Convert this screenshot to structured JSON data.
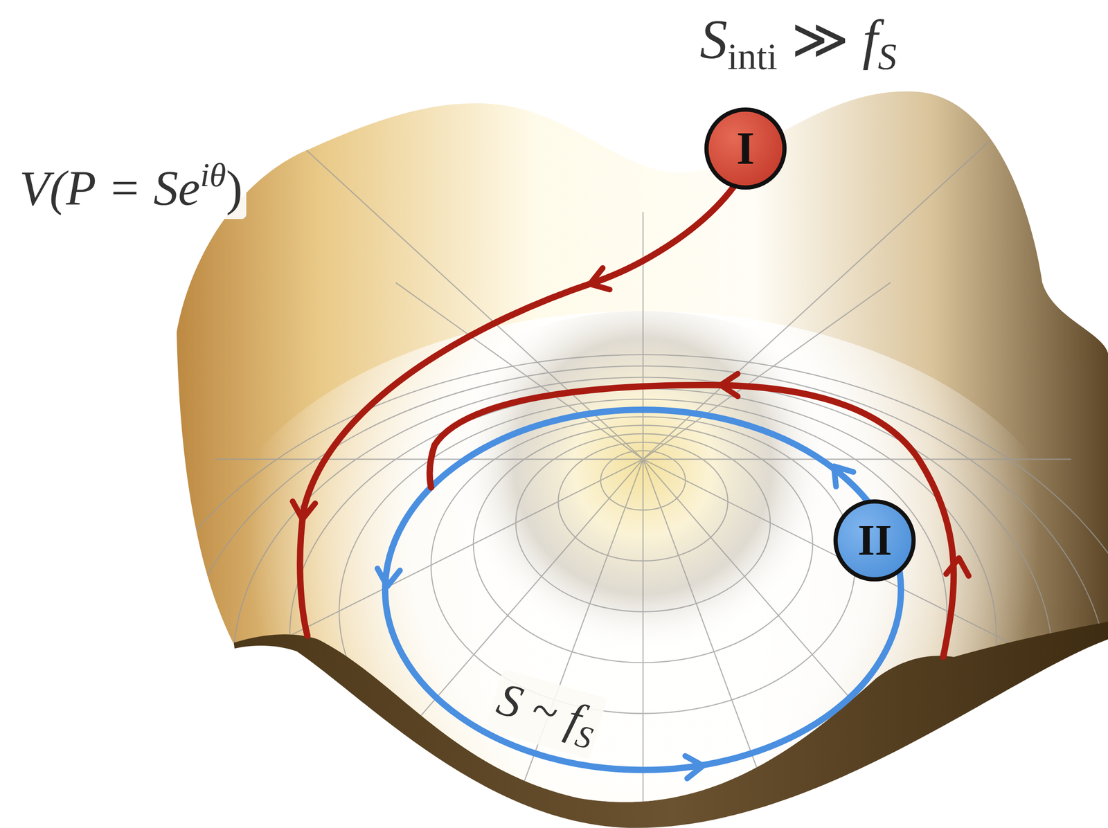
{
  "diagram": {
    "nodes": [
      {
        "text": [
          "I"
        ]
      },
      {
        "text": [
          "II"
        ]
      }
    ],
    "labels": [
      "S",
      "inti",
      "≫",
      "f",
      "S",
      "V(P = Se",
      "iθ",
      ")",
      "S ~ f",
      "S"
    ]
  }
}
